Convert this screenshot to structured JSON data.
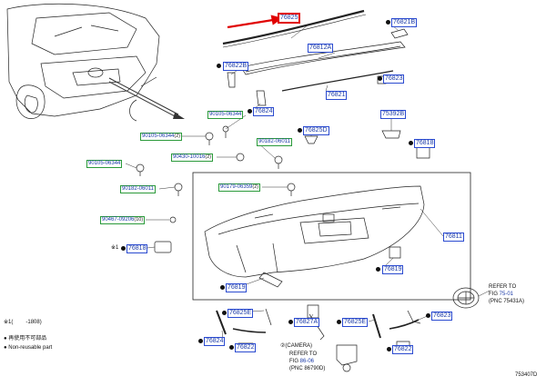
{
  "pnc": {
    "p76825": "76825",
    "p76821B": "76821B",
    "p76812A": "76812A",
    "p76822B": "76822B",
    "p76823": "76823",
    "p76821": "76821",
    "p76824": "76824",
    "p76825D": "76825D",
    "p75392B": "75392B",
    "p76818a": "76818",
    "p76811": "76811",
    "p76818b": "76818",
    "p76819a": "76819",
    "p76819b": "76819",
    "p76825E_l": "76825E",
    "p76827A": "76827A",
    "p76825E_r": "76825E",
    "p76823b": "76823",
    "p76824b": "76824",
    "p76822a": "76822",
    "p76822b": "76822"
  },
  "parts": [
    {
      "num": "90105-06344",
      "qty": ""
    },
    {
      "num": "90105-06344",
      "qty": "(2)"
    },
    {
      "num": "90182-06011",
      "qty": ""
    },
    {
      "num": "90430-10016",
      "qty": "(2)"
    },
    {
      "num": "90105-06344",
      "qty": ""
    },
    {
      "num": "90182-06011",
      "qty": ""
    },
    {
      "num": "90179-06359",
      "qty": "(2)"
    },
    {
      "num": "90467-09206",
      "qty": "(10)"
    }
  ],
  "notes": {
    "star_mark": "※1",
    "lead_paren": "(",
    "date_note": "-1808)",
    "legend_1_glyph": "●",
    "legend_1": "再使用不可部品",
    "legend_2_glyph": "●",
    "legend_2": "Non-reusable part",
    "camera_label": "②(CAMERA)",
    "refer_to_a": "REFER TO",
    "fig_a_prefix": "FIG ",
    "fig_a": "75-01",
    "pnc_a": "(PNC 75431A)",
    "refer_to_b": "REFER TO",
    "fig_b_prefix": "FIG ",
    "fig_b": "86-06",
    "pnc_b": "(PNC 86790D)",
    "figure_id": "753407D"
  },
  "colors": {
    "pnc_text": "#1a3aa8",
    "pnc_border": "#2a4ad0",
    "part_border": "#2a9a3a",
    "highlight": "#e00000"
  }
}
